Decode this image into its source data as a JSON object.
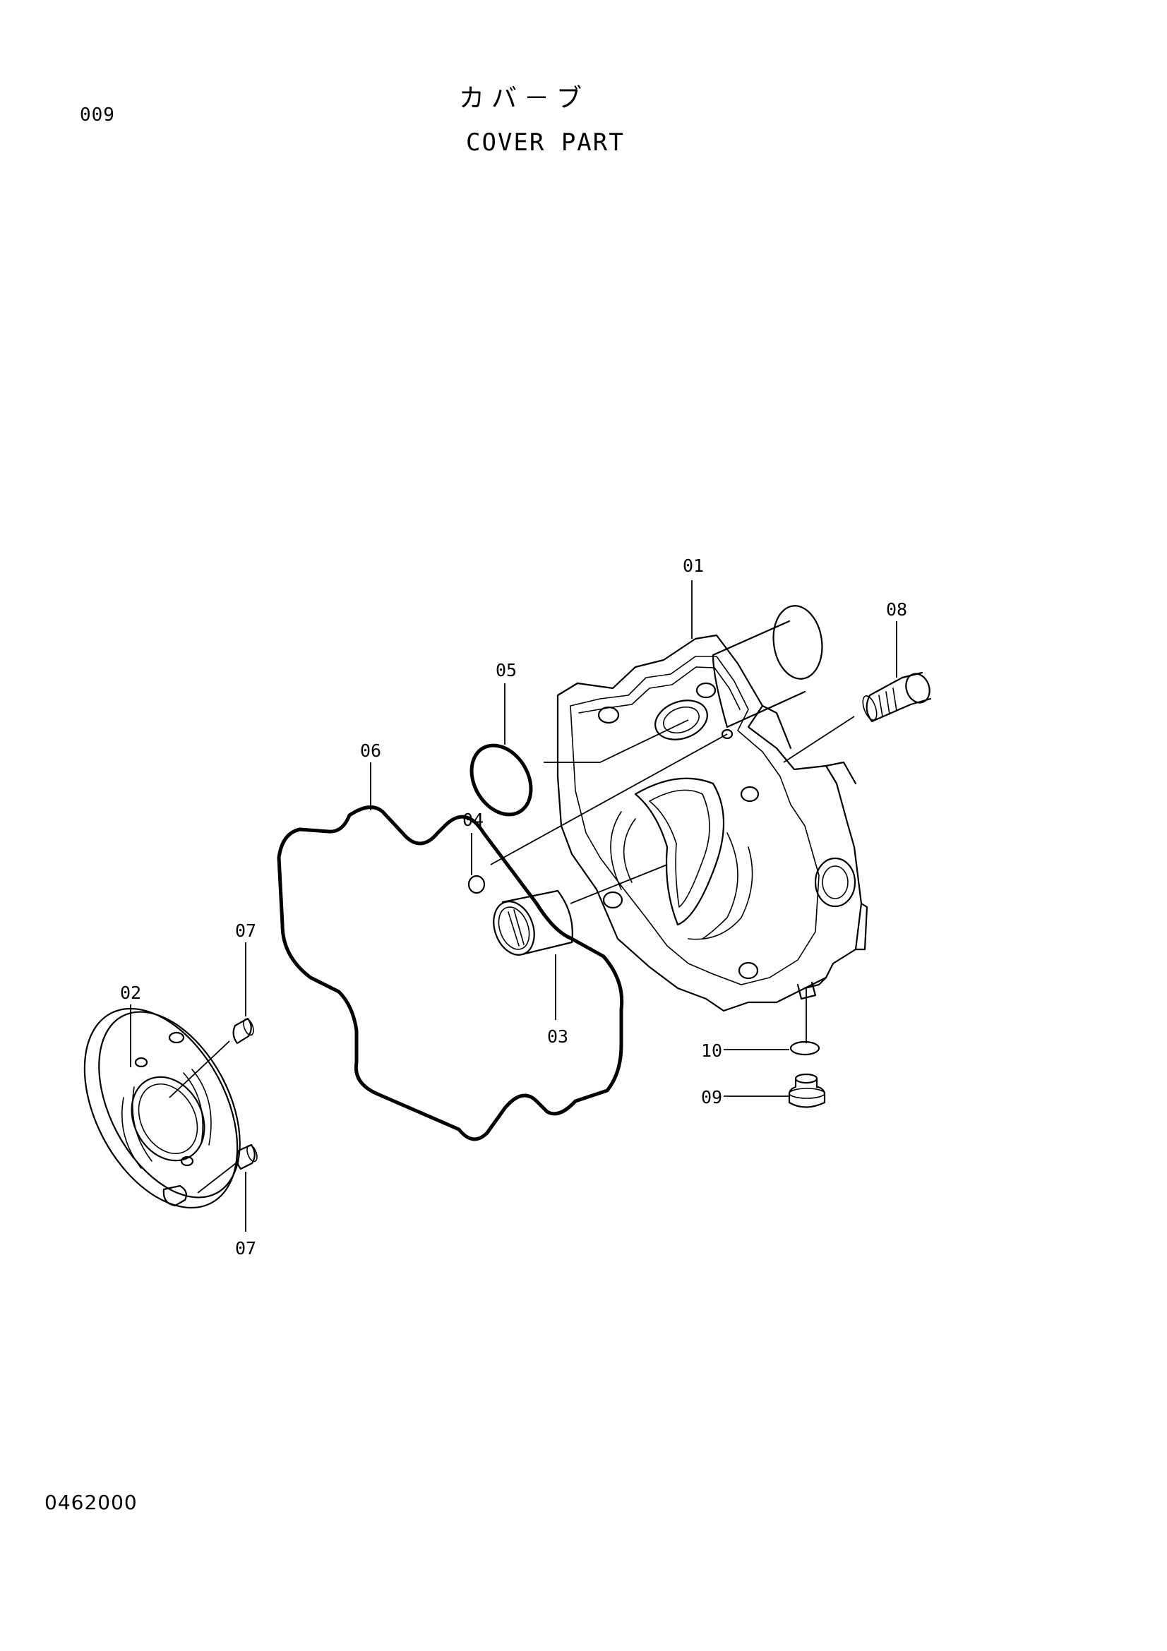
{
  "header": {
    "page_number": "009",
    "title_jp": "カバ－ブ",
    "title_en": "COVER PART"
  },
  "footer": {
    "drawing_code": "0462000"
  },
  "callouts": {
    "c01": "01",
    "c02": "02",
    "c03": "03",
    "c04": "04",
    "c05": "05",
    "c06": "06",
    "c07a": "07",
    "c07b": "07",
    "c08": "08",
    "c09": "09",
    "c10": "10"
  }
}
